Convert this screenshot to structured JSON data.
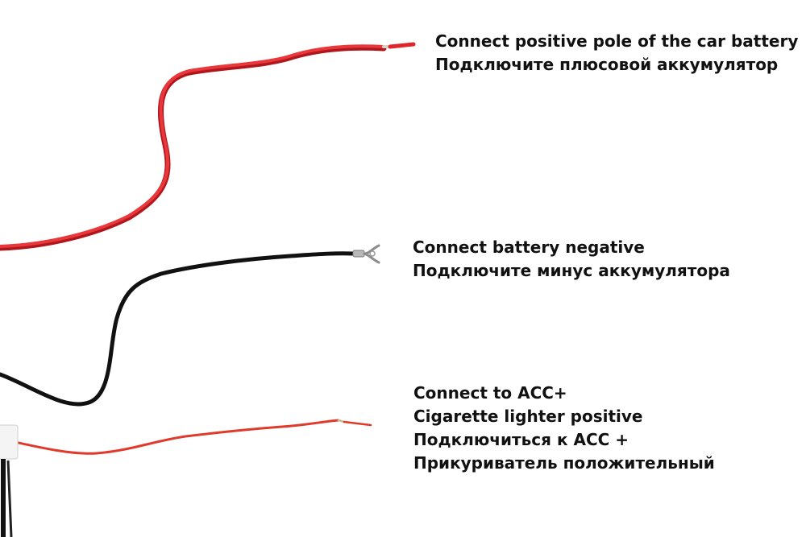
{
  "colors": {
    "background": "#ffffff",
    "red_wire": "#e0262b",
    "black_wire": "#111111",
    "thin_red_wire": "#e03a2c",
    "text": "#111111"
  },
  "labels": {
    "positive": {
      "line1": "Connect positive pole of the car battery",
      "line2": "Подключите плюсовой аккумулятор"
    },
    "negative": {
      "line1": "Connect battery negative",
      "line2": "Подключите минус аккумулятора"
    },
    "acc": {
      "line1": "Connect to ACC+",
      "line2": "Cigarette lighter positive",
      "line3": "Подключиться к ACC +",
      "line4": "Прикуриватель положительный"
    }
  }
}
